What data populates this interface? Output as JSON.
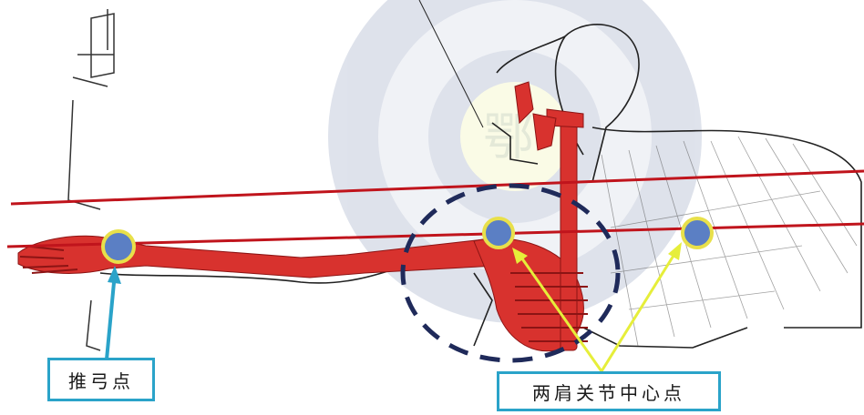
{
  "labels": {
    "bow_push_point": "推弓点",
    "shoulder_centers": "两肩关节中心点"
  },
  "watermark": {
    "text": "鄂"
  },
  "colors": {
    "guide_line": "#c0141c",
    "muscle": "#d8322e",
    "joint_marker": "#5b7fc4",
    "joint_ring": "#e8e04a",
    "callout_border": "#2aa3c9",
    "pointer_blue": "#2aa3c9",
    "pointer_yellow": "#e6ee3a",
    "dashed_circle": "#1f2a5a"
  }
}
